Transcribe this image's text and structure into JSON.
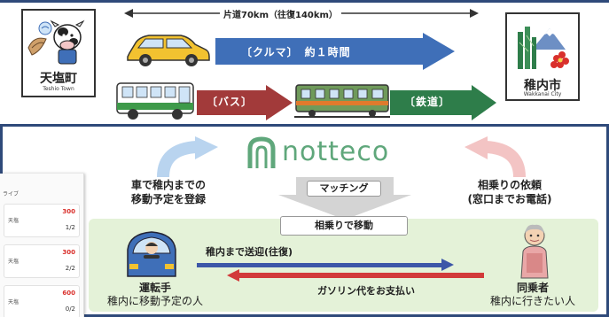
{
  "distance": {
    "label": "片道70km（往復140km）"
  },
  "origin": {
    "name": "天塩町",
    "sub": "Teshio Town"
  },
  "destination": {
    "name": "稚内市",
    "sub": "Wakkanai City"
  },
  "transport": {
    "car": {
      "label": "〔クルマ〕　約１時間"
    },
    "bus": {
      "label": "〔バス〕"
    },
    "rail": {
      "label": "〔鉄道〕"
    }
  },
  "service": {
    "logo": "notteco",
    "left_text": [
      "車で稚内までの",
      "移動予定を登録"
    ],
    "right_text": [
      "相乗りの依頼",
      "(窓口までお電話)"
    ],
    "matching": "マッチング",
    "rideshare": "相乗りで移動"
  },
  "routes": {
    "pickup": "稚内まで送迎(往復)",
    "payment": "ガソリン代をお支払い"
  },
  "driver": {
    "title": "運転手",
    "desc": "稚内に移動予定の人"
  },
  "passenger": {
    "title": "同乗者",
    "desc": "稚内に行きたい人"
  },
  "phone": {
    "header": "ライブ",
    "rows": [
      {
        "place": "天塩",
        "price": "300",
        "seats": "1/2"
      },
      {
        "place": "天塩",
        "price": "300",
        "seats": "2/2"
      },
      {
        "place": "天塩",
        "price": "600",
        "seats": "0/2"
      }
    ]
  },
  "colors": {
    "frame": "#2f4a7a",
    "blue_band": "#3f6fb8",
    "red_band": "#a23a3a",
    "green_band": "#2e7d4a",
    "logo_green": "#5fa77b",
    "pickup_arrow": "#3c57a8",
    "payment_arrow": "#d23a3a",
    "area_green": "#e4f2d8"
  }
}
